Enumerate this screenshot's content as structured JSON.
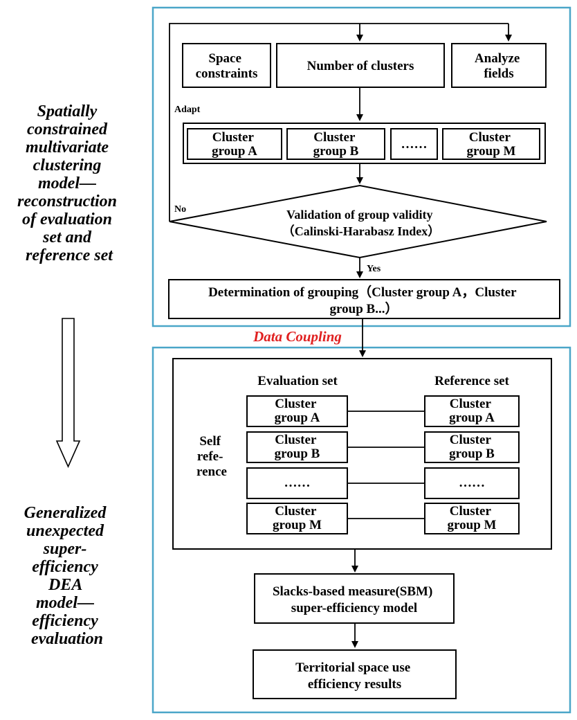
{
  "side_labels": {
    "top": [
      "Spatially",
      "constrained",
      "multivariate",
      "clustering",
      "model—",
      "reconstruction",
      "of evaluation",
      "set and",
      "reference set"
    ],
    "bottom": [
      "Generalized",
      "unexpected",
      "super-",
      "efficiency",
      "DEA",
      "model—",
      "efficiency",
      "evaluation"
    ]
  },
  "inputs": {
    "space_constraints": [
      "Space",
      "constraints"
    ],
    "number_of_clusters": "Number of clusters",
    "analyze_fields": [
      "Analyze",
      "fields"
    ]
  },
  "adapt_label": "Adapt",
  "cluster_groups_row": {
    "a": [
      "Cluster",
      "group A"
    ],
    "b": [
      "Cluster",
      "group B"
    ],
    "dots": "……",
    "m": [
      "Cluster",
      "group M"
    ]
  },
  "no_label": "No",
  "validation": [
    "Validation of group validity",
    "（Calinski-Harabasz Index）"
  ],
  "yes_label": "Yes",
  "determination": [
    "Determination of grouping（Cluster group A，Cluster",
    "group B...）"
  ],
  "data_coupling": "Data Coupling",
  "evaluation_set_header": "Evaluation set",
  "reference_set_header": "Reference set",
  "self_reference": [
    "Self",
    "refe-",
    "rence"
  ],
  "pairs": [
    {
      "eval": [
        "Cluster",
        "group A"
      ],
      "ref": [
        "Cluster",
        "group A"
      ]
    },
    {
      "eval": [
        "Cluster",
        "group B"
      ],
      "ref": [
        "Cluster",
        "group B"
      ]
    },
    {
      "eval": [
        "……"
      ],
      "ref": [
        "……"
      ]
    },
    {
      "eval": [
        "Cluster",
        "group M"
      ],
      "ref": [
        "Cluster",
        "group M"
      ]
    }
  ],
  "sbm": [
    "Slacks-based measure(SBM)",
    "super-efficiency model"
  ],
  "results": [
    "Territorial space use",
    "efficiency results"
  ],
  "colors": {
    "panel_border": "#4aa6c8",
    "coupling_text": "#e02020"
  }
}
